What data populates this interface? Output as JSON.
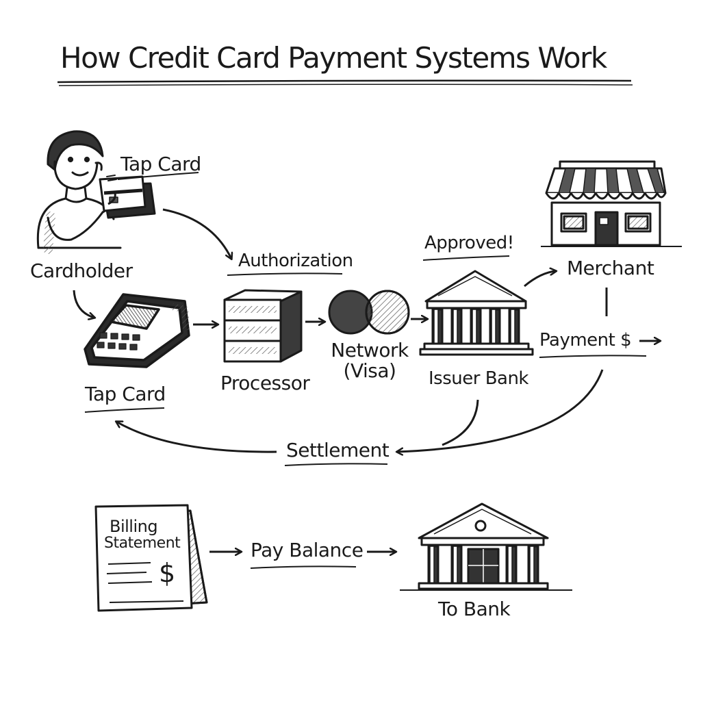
{
  "title": "How Credit Card Payment Systems Work",
  "labels": {
    "tap_card_top": "Tap Card",
    "cardholder": "Cardholder",
    "authorization": "Authorization",
    "approved": "Approved!",
    "merchant": "Merchant",
    "tap_card_bottom": "Tap Card",
    "processor": "Processor",
    "network_line1": "Network",
    "network_line2": "(Visa)",
    "issuer_bank": "Issuer Bank",
    "payment": "Payment $",
    "settlement": "Settlement",
    "billing_line1": "Billing",
    "billing_line2": "Statement",
    "billing_dollar": "$",
    "pay_balance": "Pay Balance",
    "to_bank": "To Bank"
  },
  "colors": {
    "ink": "#1a1a1a",
    "shade": "#555555",
    "paper": "#ffffff"
  },
  "icons": [
    "person-icon",
    "card-icon",
    "pos-terminal-icon",
    "server-stack-icon",
    "network-circles-icon",
    "bank-icon",
    "storefront-icon",
    "statement-icon"
  ]
}
